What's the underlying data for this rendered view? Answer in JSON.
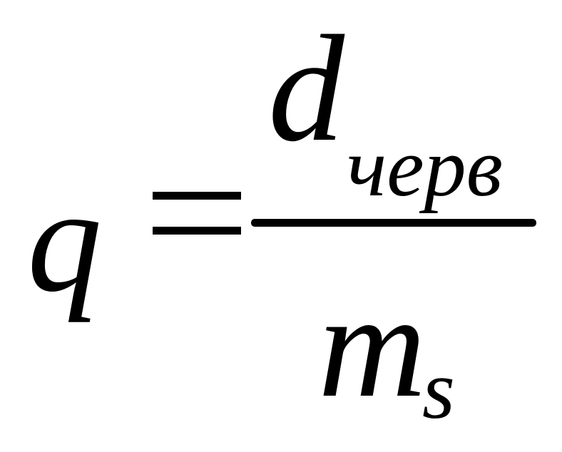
{
  "formula": {
    "lhs": "q",
    "operator": "=",
    "numerator": {
      "symbol": "d",
      "subscript": "черв"
    },
    "denominator": {
      "symbol": "m",
      "subscript": "s"
    }
  },
  "colors": {
    "text": "#000000",
    "background": "#ffffff"
  }
}
